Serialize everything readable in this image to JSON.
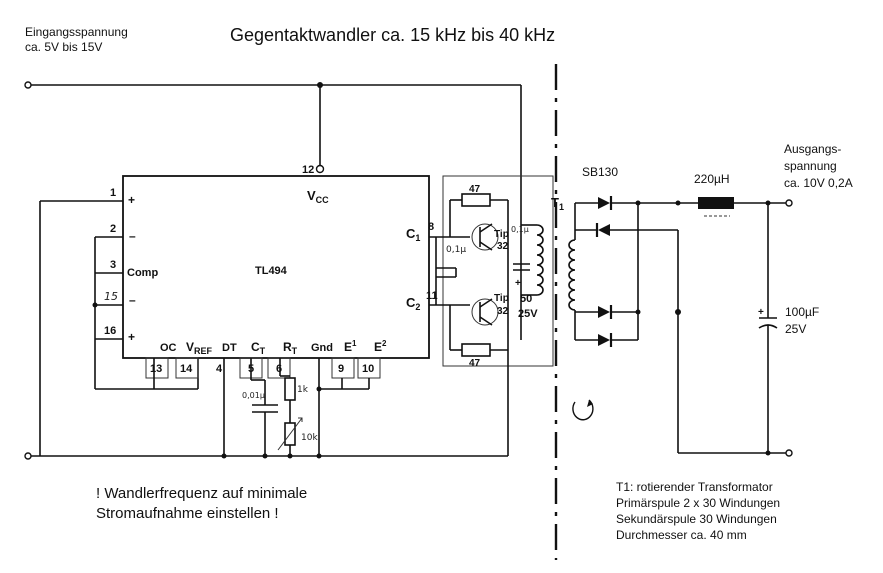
{
  "title": "Gegentaktwandler ca. 15 kHz bis 40 kHz",
  "input_label": [
    "Eingangsspannung",
    "ca. 5V bis 15V"
  ],
  "output_label": [
    "Ausgangs-",
    "spannung",
    "ca. 10V 0,2A"
  ],
  "ic": {
    "name": "TL494",
    "vcc": "V",
    "vcc_sub": "CC",
    "pins": {
      "p1": "1",
      "p2": "2",
      "p3": "3",
      "p15": "15",
      "p16": "16",
      "p12": "12",
      "p8": "8",
      "p11": "11",
      "p13": "13",
      "p14": "14",
      "p4": "4",
      "p5": "5",
      "p6": "6",
      "p9": "9",
      "p10": "10"
    },
    "labels": {
      "plus1": "+",
      "minus2": "–",
      "comp": "Comp",
      "minus15": "–",
      "plus16": "+",
      "c1": "C",
      "c1_sub": "1",
      "c2": "C",
      "c2_sub": "2",
      "oc": "OC",
      "vref": "V",
      "vref_sub": "REF",
      "dt": "DT",
      "ct": "C",
      "ct_sub": "T",
      "rt": "R",
      "rt_sub": "T",
      "gnd": "Gnd",
      "e1": "E",
      "e1_sup": "1",
      "e2": "E",
      "e2_sup": "2"
    }
  },
  "components": {
    "r_top": "47",
    "r_bottom": "47",
    "cap_01_left": "0,1µ",
    "cap_01_right": "0,1µ",
    "tip_top": [
      "Tip",
      "32"
    ],
    "tip_bottom": [
      "Tip",
      "32"
    ],
    "elko": [
      "+",
      "50",
      "25V"
    ],
    "ct_cap": "0,01µ",
    "r_1k": "1k",
    "r_10k": "10k",
    "transformer": "T",
    "transformer_sub": "1",
    "diode": "SB130",
    "inductor": "220µH",
    "out_cap": [
      "100µF",
      "25V"
    ],
    "out_cap_plus": "+"
  },
  "note": [
    "! Wandlerfrequenz auf minimale",
    "Stromaufnahme einstellen !"
  ],
  "transformer_note": [
    "T1: rotierender Transformator",
    "Primärspule 2 x 30 Windungen",
    "Sekundärspule 30 Windungen",
    "Durchmesser ca. 40 mm"
  ]
}
